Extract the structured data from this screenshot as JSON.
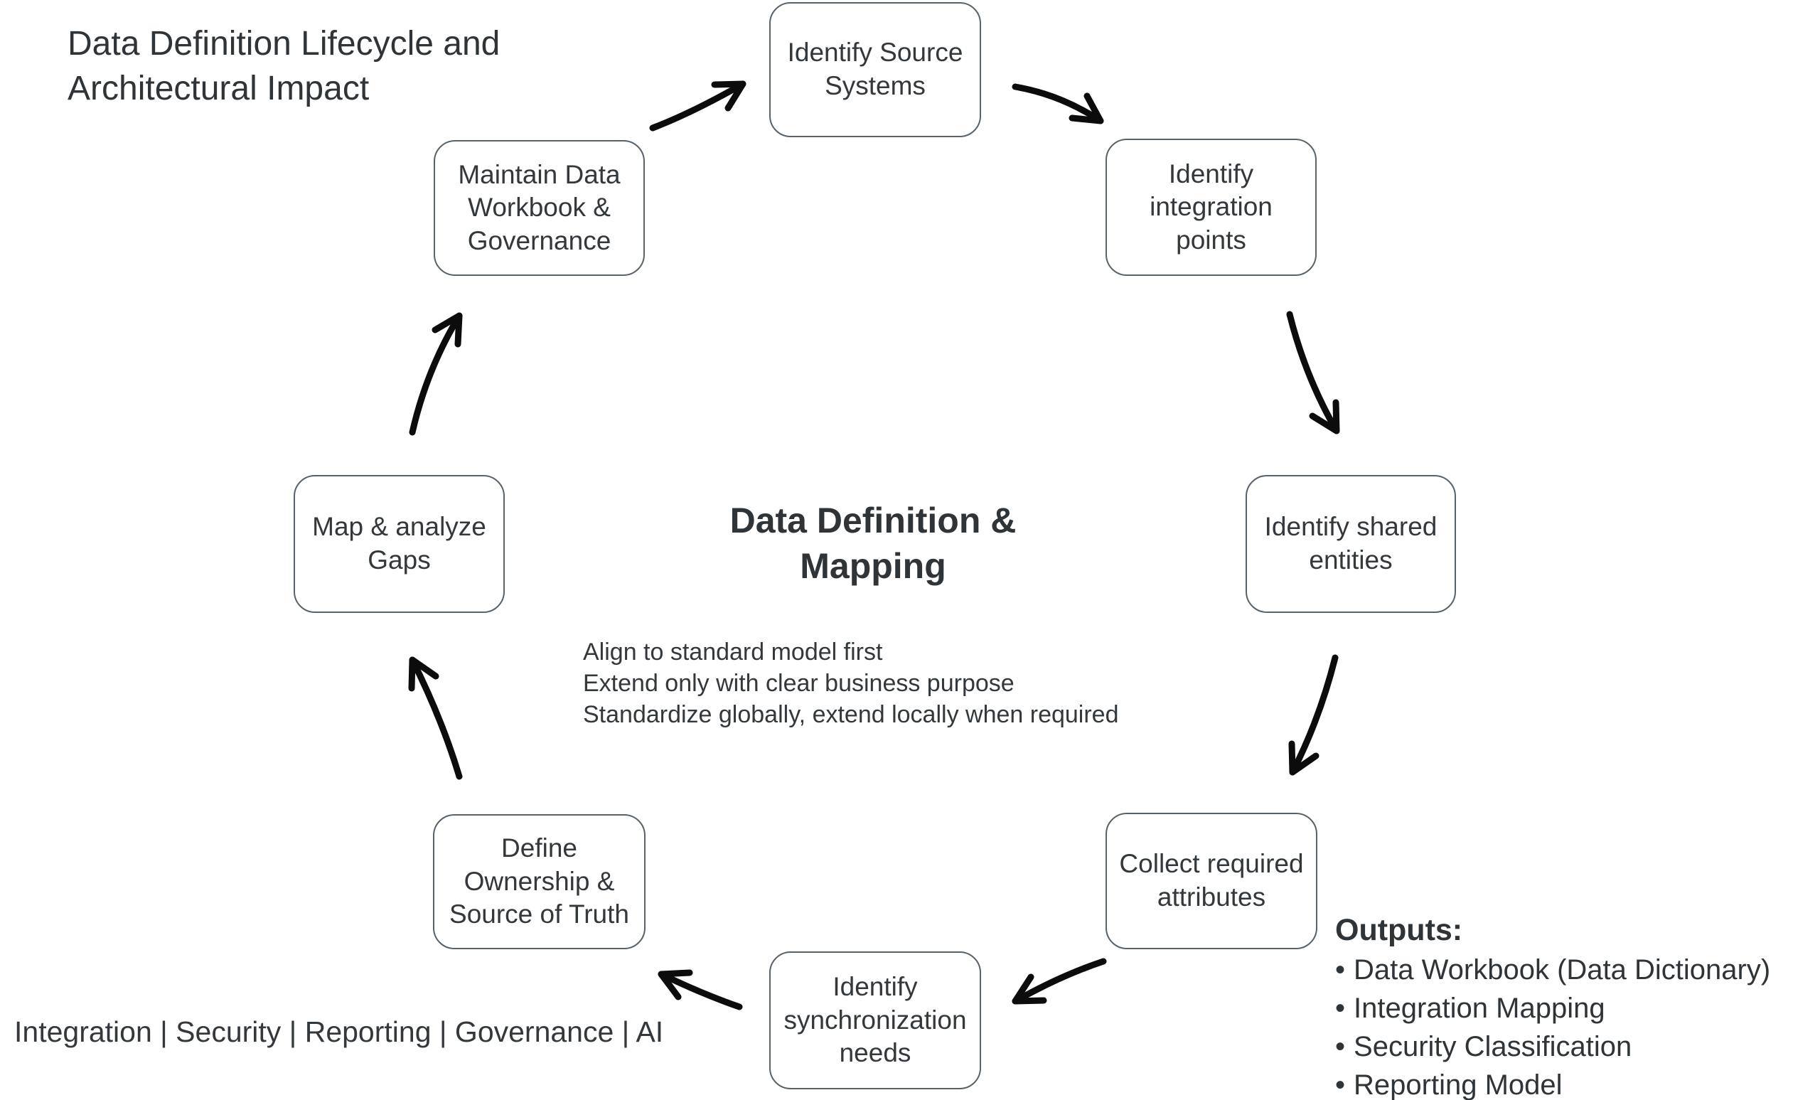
{
  "page": {
    "background": "#ffffff",
    "title": "Data Definition Lifecycle and\nArchitectural Impact"
  },
  "cycle": {
    "center": {
      "title": "Data Definition &\nMapping",
      "notes": [
        "Align to standard model first",
        "Extend only with clear business purpose",
        "Standardize globally, extend locally when required"
      ]
    },
    "nodes": [
      {
        "id": "identify-source-systems",
        "label": "Identify Source Systems"
      },
      {
        "id": "identify-integration-points",
        "label": "Identify integration points"
      },
      {
        "id": "identify-shared-entities",
        "label": "Identify shared entities"
      },
      {
        "id": "collect-required-attributes",
        "label": "Collect required attributes"
      },
      {
        "id": "identify-synchronization-needs",
        "label": "Identify synchronization needs"
      },
      {
        "id": "define-ownership-source-of-truth",
        "label": "Define Ownership & Source of Truth"
      },
      {
        "id": "map-analyze-gaps",
        "label": "Map & analyze Gaps"
      },
      {
        "id": "maintain-data-workbook-governance",
        "label": "Maintain Data Workbook & Governance"
      }
    ]
  },
  "footer": {
    "domains": "Integration | Security | Reporting | Governance | AI"
  },
  "outputs": {
    "heading": "Outputs:",
    "bullet": "•",
    "items": [
      "Data Workbook (Data Dictionary)",
      "Integration Mapping",
      "Security Classification",
      "Reporting Model"
    ]
  },
  "colors": {
    "text": "#32373c",
    "box_border": "#57626c",
    "arrow": "#0c0c0c"
  }
}
